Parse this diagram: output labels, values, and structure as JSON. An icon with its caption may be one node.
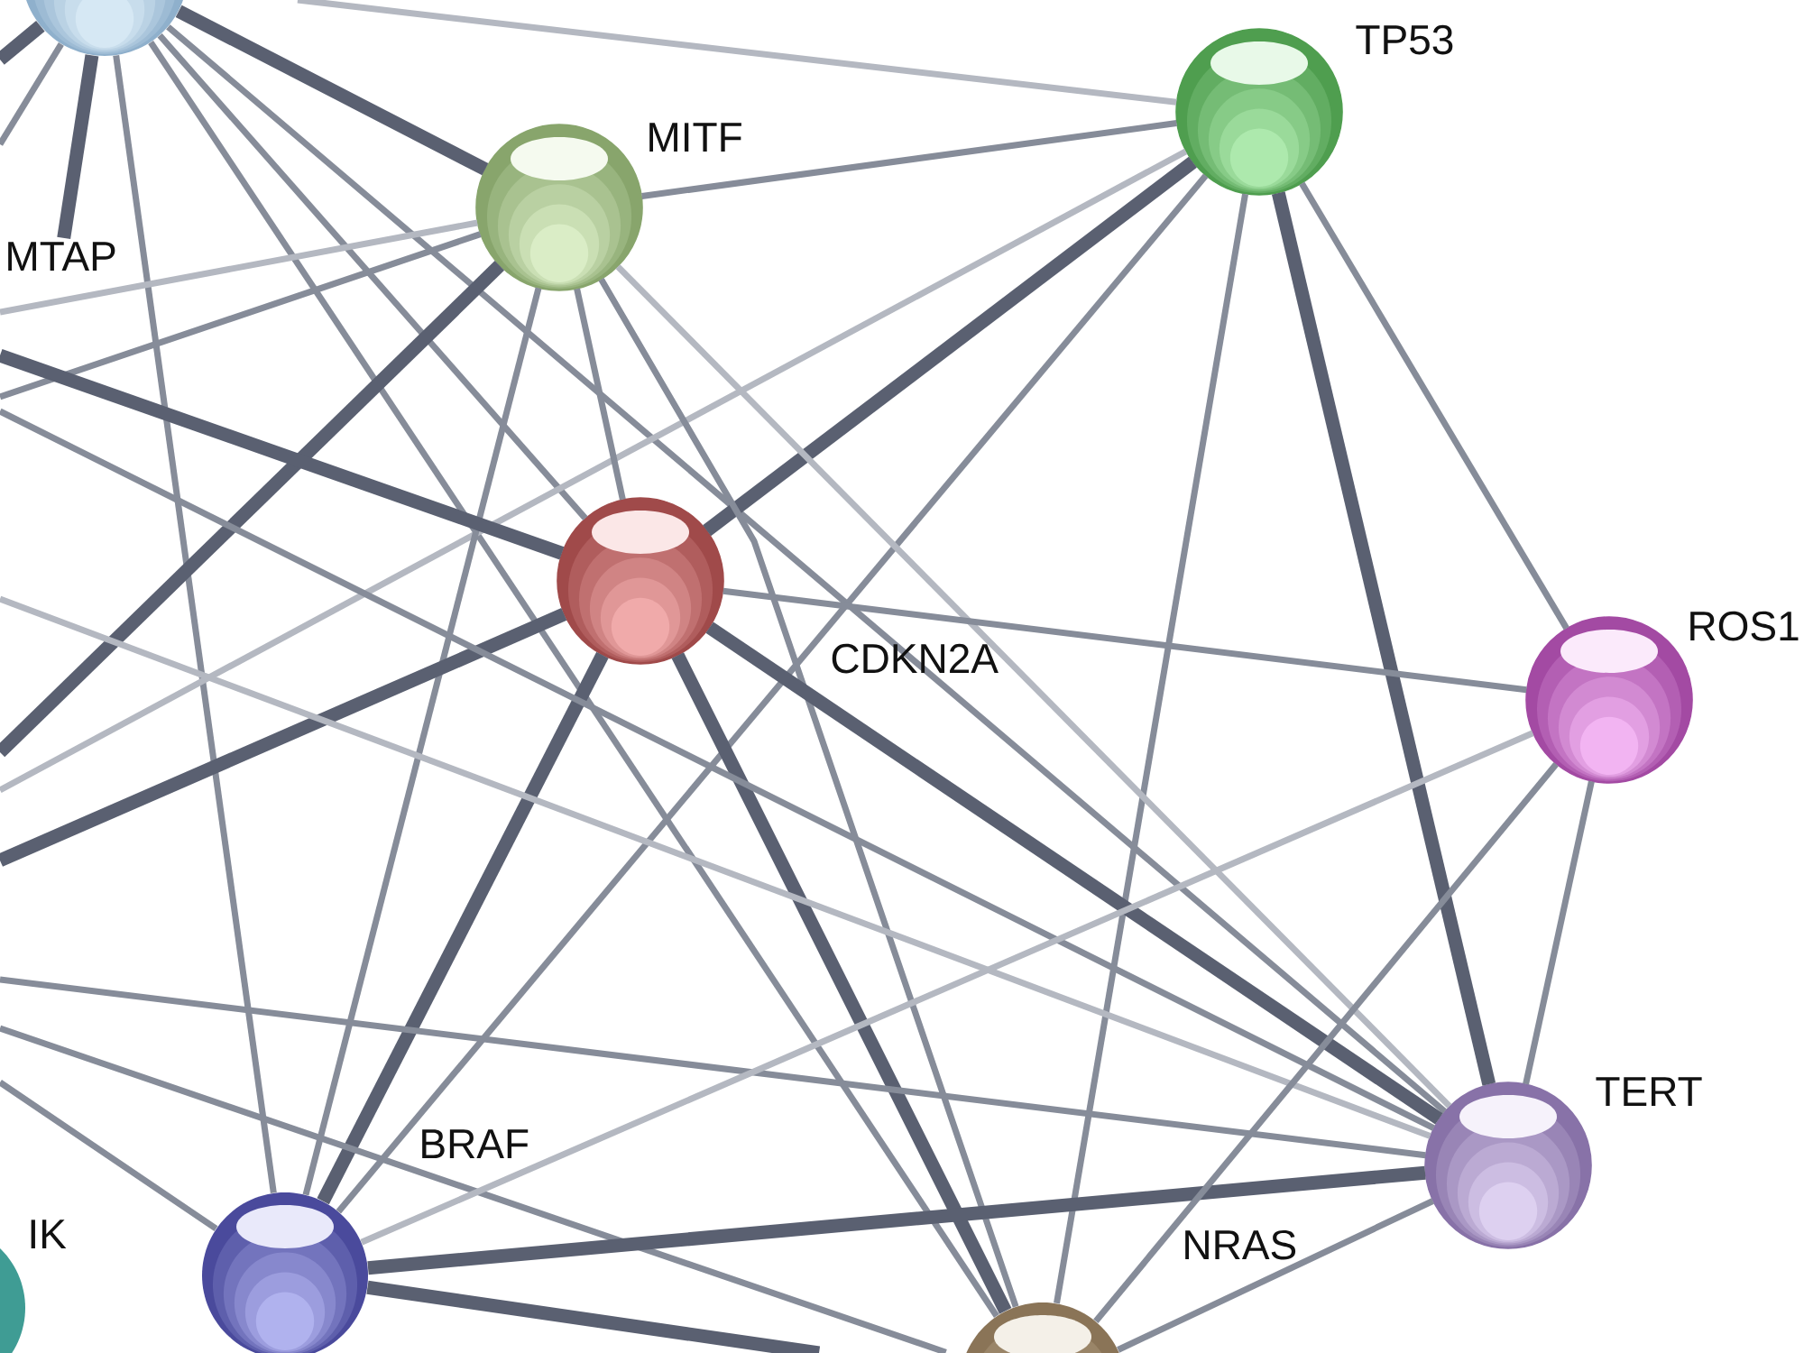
{
  "diagram": {
    "nodes": [
      {
        "text": [],
        "shape": "circle"
      },
      {
        "text": [],
        "shape": "circle",
        "beside": [
          "TP53"
        ]
      },
      {
        "text": [],
        "shape": "circle",
        "beside": [
          "MITF"
        ]
      },
      {
        "text": [
          "MTAP"
        ]
      },
      {
        "text": [],
        "shape": "circle",
        "beside": [
          "CDKN2A"
        ]
      },
      {
        "text": [],
        "shape": "circle",
        "beside": [
          "ROS1"
        ]
      },
      {
        "text": [],
        "shape": "circle",
        "beside": [
          "TERT"
        ]
      },
      {
        "text": [],
        "shape": "circle",
        "beside": [
          "IK"
        ]
      },
      {
        "text": [],
        "shape": "circle",
        "beside": [
          "BRAF"
        ]
      },
      {
        "text": [],
        "shape": "circle",
        "beside": [
          "NRAS"
        ]
      }
    ],
    "edges": [
      {
        "from": 0,
        "to": 2,
        "arrow": "none",
        "style": "thick"
      },
      {
        "from": 1,
        "to": null,
        "arrow": "none",
        "color": "#b4b8c1"
      },
      {
        "from": 0,
        "to": 3,
        "arrow": "none",
        "style": "thick"
      },
      {
        "from": 0,
        "to": null,
        "arrow": "none",
        "style": "thick"
      },
      {
        "from": 0,
        "to": null,
        "arrow": "none"
      },
      {
        "from": 0,
        "to": 8,
        "arrow": "none"
      },
      {
        "from": 0,
        "to": 4,
        "arrow": "none"
      },
      {
        "from": 0,
        "to": 9,
        "arrow": "none"
      },
      {
        "from": 0,
        "to": 6,
        "arrow": "none"
      },
      {
        "from": 1,
        "to": 2,
        "arrow": "none"
      },
      {
        "from": 1,
        "to": 4,
        "arrow": "none",
        "style": "thick"
      },
      {
        "from": 1,
        "to": 8,
        "arrow": "none"
      },
      {
        "from": 1,
        "to": 9,
        "arrow": "none"
      },
      {
        "from": 1,
        "to": 6,
        "arrow": "none",
        "style": "thick"
      },
      {
        "from": 1,
        "to": 5,
        "arrow": "none"
      },
      {
        "from": 1,
        "to": null,
        "arrow": "none",
        "color": "#b4b8c1"
      },
      {
        "from": 2,
        "to": null,
        "arrow": "none",
        "color": "#b4b8c1"
      },
      {
        "from": 2,
        "to": null,
        "arrow": "none"
      },
      {
        "from": 2,
        "to": null,
        "arrow": "none",
        "style": "thick"
      },
      {
        "from": 2,
        "to": 8,
        "arrow": "none"
      },
      {
        "from": 2,
        "to": 4,
        "arrow": "none"
      },
      {
        "from": 2,
        "to": 9,
        "arrow": "none"
      },
      {
        "from": 2,
        "to": 6,
        "arrow": "none",
        "color": "#b4b8c1"
      },
      {
        "from": 4,
        "to": null,
        "arrow": "none",
        "style": "thick"
      },
      {
        "from": 4,
        "to": null,
        "arrow": "none",
        "style": "thick"
      },
      {
        "from": 4,
        "to": 5,
        "arrow": "none"
      },
      {
        "from": 4,
        "to": 6,
        "arrow": "none",
        "style": "thick"
      },
      {
        "from": 4,
        "to": 9,
        "arrow": "none",
        "style": "thick"
      },
      {
        "from": 4,
        "to": 8,
        "arrow": "none",
        "style": "thick"
      },
      {
        "from": 6,
        "to": null,
        "arrow": "none"
      },
      {
        "from": 6,
        "to": null,
        "arrow": "none",
        "color": "#b4b8c1"
      },
      {
        "from": 6,
        "to": null,
        "arrow": "none"
      },
      {
        "from": 9,
        "to": null,
        "arrow": "none"
      },
      {
        "from": 8,
        "to": null,
        "arrow": "none"
      },
      {
        "from": 8,
        "to": 6,
        "arrow": "none",
        "style": "thick"
      },
      {
        "from": 8,
        "to": null,
        "arrow": "none",
        "style": "thick"
      },
      {
        "from": 8,
        "to": 5,
        "arrow": "none",
        "color": "#b4b8c1"
      },
      {
        "from": 9,
        "to": 6,
        "arrow": "none"
      },
      {
        "from": 9,
        "to": 5,
        "arrow": "none"
      },
      {
        "from": 5,
        "to": 6,
        "arrow": "none"
      }
    ]
  }
}
